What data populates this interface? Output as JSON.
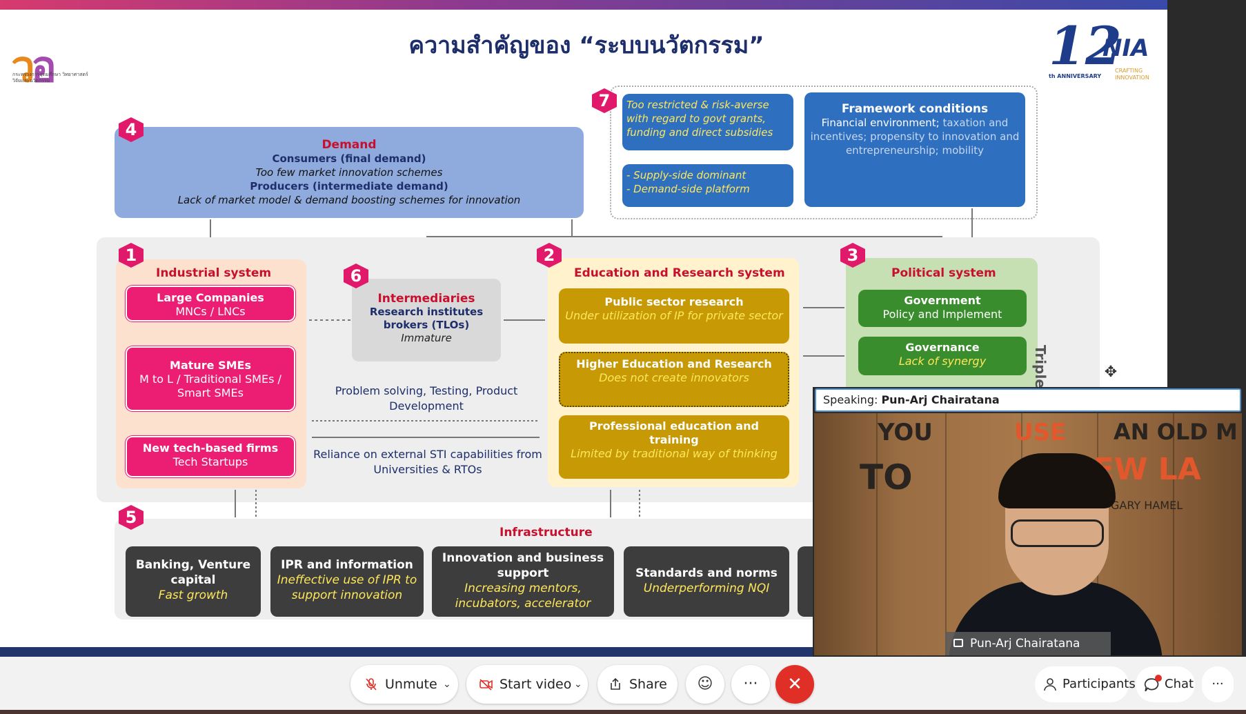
{
  "slide": {
    "title": "ความสำคัญของ “ระบบนวัตกรรม”",
    "logo_left_caption": "กระทรวงการอุดมศึกษา วิทยาศาสตร์ วิจัยและนวัตกรรม",
    "logo_right": {
      "number": "12",
      "brand": "NIA",
      "anniversary": "th ANNIVERSARY",
      "tagline": "CRAFTING INNOVATION"
    },
    "badges": [
      "1",
      "2",
      "3",
      "4",
      "5",
      "6",
      "7"
    ],
    "demand": {
      "title": "Demand",
      "line1": "Consumers (final demand)",
      "line2": "Too few market innovation schemes",
      "line3": "Producers (intermediate demand)",
      "line4": "Lack of market model & demand boosting schemes for innovation"
    },
    "policy": {
      "box1": "Too restricted & risk-averse with regard to govt grants, funding and direct subsidies",
      "box2_line1": "- Supply-side dominant",
      "box2_line2": "- Demand-side platform",
      "framework_title": "Framework conditions",
      "framework_white": "Financial environment;",
      "framework_grey": "taxation and incentives; propensity to innovation and entrepreneurship; mobility"
    },
    "industrial": {
      "title": "Industrial system",
      "large_title": "Large Companies",
      "large_sub": "MNCs / LNCs",
      "mature_title": "Mature SMEs",
      "mature_sub": "M to L / Traditional SMEs / Smart SMEs",
      "newtech_title": "New tech-based firms",
      "newtech_sub": "Tech Startups"
    },
    "intermediaries": {
      "title": "Intermediaries",
      "line1": "Research institutes",
      "line2": "brokers (TLOs)",
      "line3": "Immature"
    },
    "flow_notes": {
      "top": "Problem solving, Testing, Product Development",
      "bottom": "Reliance on external STI capabilities from Universities & RTOs"
    },
    "education": {
      "title": "Education and Research system",
      "public_title": "Public sector research",
      "public_sub": "Under utilization of IP for private sector",
      "higher_title": "Higher Education and Research",
      "higher_sub": "Does not create innovators",
      "prof_title": "Professional education and training",
      "prof_sub": "Limited by traditional way of thinking"
    },
    "political": {
      "title": "Political system",
      "gov_title": "Government",
      "gov_sub": "Policy and Implement",
      "governance_title": "Governance",
      "governance_sub": "Lack of synergy"
    },
    "triple_label": "Triple H",
    "infrastructure": {
      "title": "Infrastructure",
      "banking_title": "Banking, Venture capital",
      "banking_sub": "Fast growth",
      "ipr_title": "IPR and information",
      "ipr_sub": "Ineffective use of IPR to support innovation",
      "innov_title": "Innovation and business support",
      "innov_sub": "Increasing mentors, incubators, accelerator",
      "std_title": "Standards and norms",
      "std_sub": "Underperforming NQI"
    }
  },
  "video": {
    "speaking_label": "Speaking:",
    "speaking_name": "Pun-Arj Chairatana",
    "participant_name": "Pun-Arj Chairatana",
    "wall_text": {
      "you": "YOU",
      "to": "TO",
      "use": "USE",
      "an_old": "AN OLD M",
      "new_la": "NEW LA",
      "author": "GARY HAMEL"
    }
  },
  "toolbar": {
    "unmute": "Unmute",
    "start_video": "Start video",
    "share": "Share",
    "emoji_icon": "smiley-icon",
    "more": "···",
    "leave_icon": "close-icon",
    "participants": "Participants",
    "chat": "Chat",
    "overflow": "···"
  },
  "colors": {
    "leave": "#e02f26",
    "accent_pink": "#ec1e74",
    "accent_gold": "#c79a05",
    "accent_green": "#3a8d2c",
    "accent_blue": "#2e6fc0"
  }
}
